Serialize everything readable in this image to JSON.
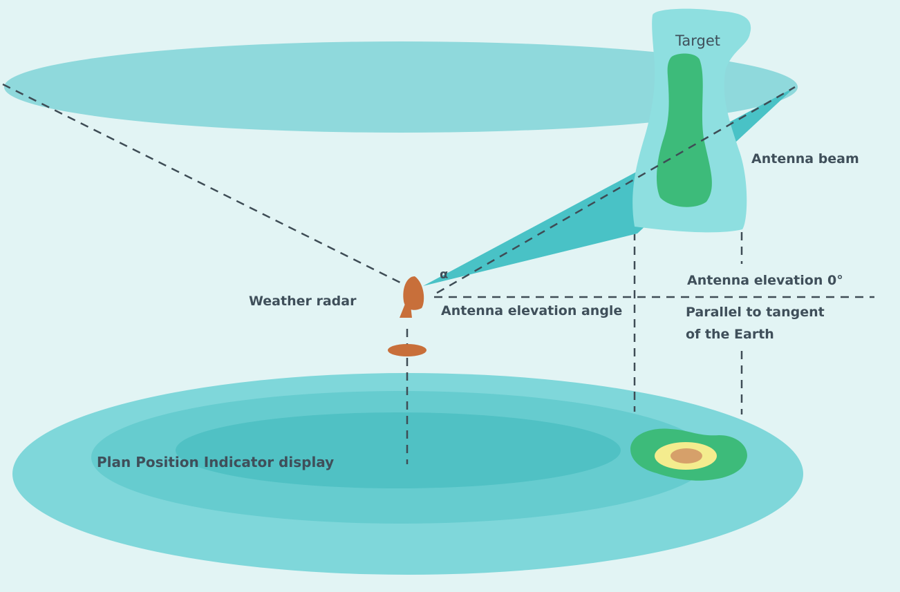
{
  "labels": {
    "target": "Target",
    "antenna_beam": "Antenna beam",
    "antenna_elevation_zero": "Antenna elevation 0°",
    "parallel_tangent_line1": "Parallel to tangent",
    "parallel_tangent_line2": "of the Earth",
    "weather_radar": "Weather radar",
    "antenna_elevation_angle": "Antenna elevation angle",
    "angle_symbol": "α",
    "ppi_display": "Plan Position Indicator display"
  },
  "colors": {
    "background": "#e2f4f4",
    "scan_disc": "#8fd9dc",
    "beam": "#49c2c6",
    "target_cloud": "#8edfe0",
    "target_core": "#3dbb7a",
    "ppi_outer": "#7fd7da",
    "ppi_middle": "#66cccf",
    "ppi_inner": "#50c1c4",
    "echo_green": "#3dbb7a",
    "echo_yellow": "#f4ec8e",
    "echo_core": "#d6a06a",
    "radar_body": "#c86f3a",
    "dashed_line": "#3e4c55",
    "label_text": "#3f4f5a"
  }
}
